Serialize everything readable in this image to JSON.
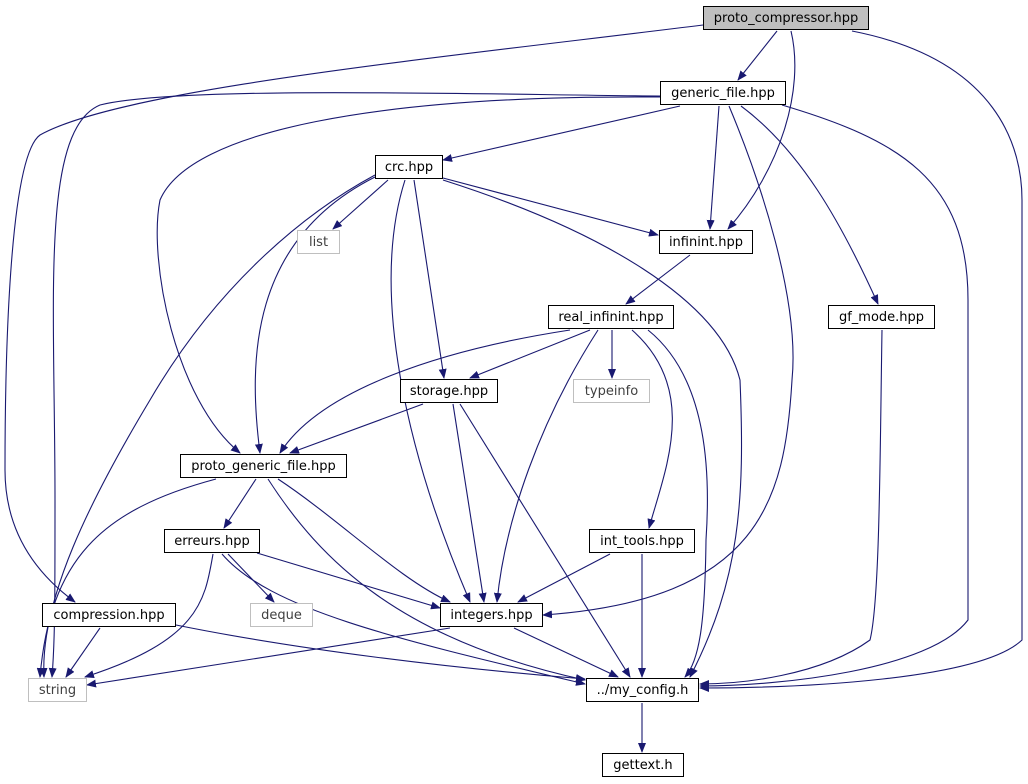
{
  "diagram": {
    "colors": {
      "edge": "#191970",
      "root_fill": "#bfbfbf",
      "external_border": "#bfbfbf",
      "node_border": "#000000"
    },
    "nodes": {
      "proto_compressor": {
        "label": "proto_compressor.hpp",
        "kind": "root"
      },
      "generic_file": {
        "label": "generic_file.hpp",
        "kind": "documented"
      },
      "crc": {
        "label": "crc.hpp",
        "kind": "documented"
      },
      "list": {
        "label": "list",
        "kind": "external"
      },
      "infinint": {
        "label": "infinint.hpp",
        "kind": "documented"
      },
      "real_infinint": {
        "label": "real_infinint.hpp",
        "kind": "documented"
      },
      "gf_mode": {
        "label": "gf_mode.hpp",
        "kind": "documented"
      },
      "storage": {
        "label": "storage.hpp",
        "kind": "documented"
      },
      "typeinfo": {
        "label": "typeinfo",
        "kind": "external"
      },
      "proto_generic_file": {
        "label": "proto_generic_file.hpp",
        "kind": "documented"
      },
      "erreurs": {
        "label": "erreurs.hpp",
        "kind": "documented"
      },
      "int_tools": {
        "label": "int_tools.hpp",
        "kind": "documented"
      },
      "compression": {
        "label": "compression.hpp",
        "kind": "documented"
      },
      "deque": {
        "label": "deque",
        "kind": "external"
      },
      "integers": {
        "label": "integers.hpp",
        "kind": "documented"
      },
      "string": {
        "label": "string",
        "kind": "external"
      },
      "my_config": {
        "label": "../my_config.h",
        "kind": "documented"
      },
      "gettext": {
        "label": "gettext.h",
        "kind": "documented"
      }
    },
    "edges": [
      [
        "proto_compressor",
        "generic_file"
      ],
      [
        "proto_compressor",
        "infinint"
      ],
      [
        "proto_compressor",
        "compression"
      ],
      [
        "proto_compressor",
        "my_config"
      ],
      [
        "generic_file",
        "crc"
      ],
      [
        "generic_file",
        "infinint"
      ],
      [
        "generic_file",
        "gf_mode"
      ],
      [
        "generic_file",
        "proto_generic_file"
      ],
      [
        "generic_file",
        "integers"
      ],
      [
        "generic_file",
        "string"
      ],
      [
        "generic_file",
        "my_config"
      ],
      [
        "crc",
        "list"
      ],
      [
        "crc",
        "infinint"
      ],
      [
        "crc",
        "storage"
      ],
      [
        "crc",
        "proto_generic_file"
      ],
      [
        "crc",
        "integers"
      ],
      [
        "crc",
        "string"
      ],
      [
        "crc",
        "my_config"
      ],
      [
        "infinint",
        "real_infinint"
      ],
      [
        "real_infinint",
        "storage"
      ],
      [
        "real_infinint",
        "typeinfo"
      ],
      [
        "real_infinint",
        "proto_generic_file"
      ],
      [
        "real_infinint",
        "int_tools"
      ],
      [
        "real_infinint",
        "integers"
      ],
      [
        "real_infinint",
        "my_config"
      ],
      [
        "gf_mode",
        "my_config"
      ],
      [
        "storage",
        "proto_generic_file"
      ],
      [
        "storage",
        "integers"
      ],
      [
        "storage",
        "my_config"
      ],
      [
        "proto_generic_file",
        "erreurs"
      ],
      [
        "proto_generic_file",
        "integers"
      ],
      [
        "proto_generic_file",
        "string"
      ],
      [
        "proto_generic_file",
        "my_config"
      ],
      [
        "erreurs",
        "deque"
      ],
      [
        "erreurs",
        "integers"
      ],
      [
        "erreurs",
        "string"
      ],
      [
        "erreurs",
        "my_config"
      ],
      [
        "int_tools",
        "integers"
      ],
      [
        "int_tools",
        "my_config"
      ],
      [
        "compression",
        "string"
      ],
      [
        "compression",
        "my_config"
      ],
      [
        "integers",
        "string"
      ],
      [
        "integers",
        "my_config"
      ],
      [
        "my_config",
        "gettext"
      ]
    ]
  }
}
